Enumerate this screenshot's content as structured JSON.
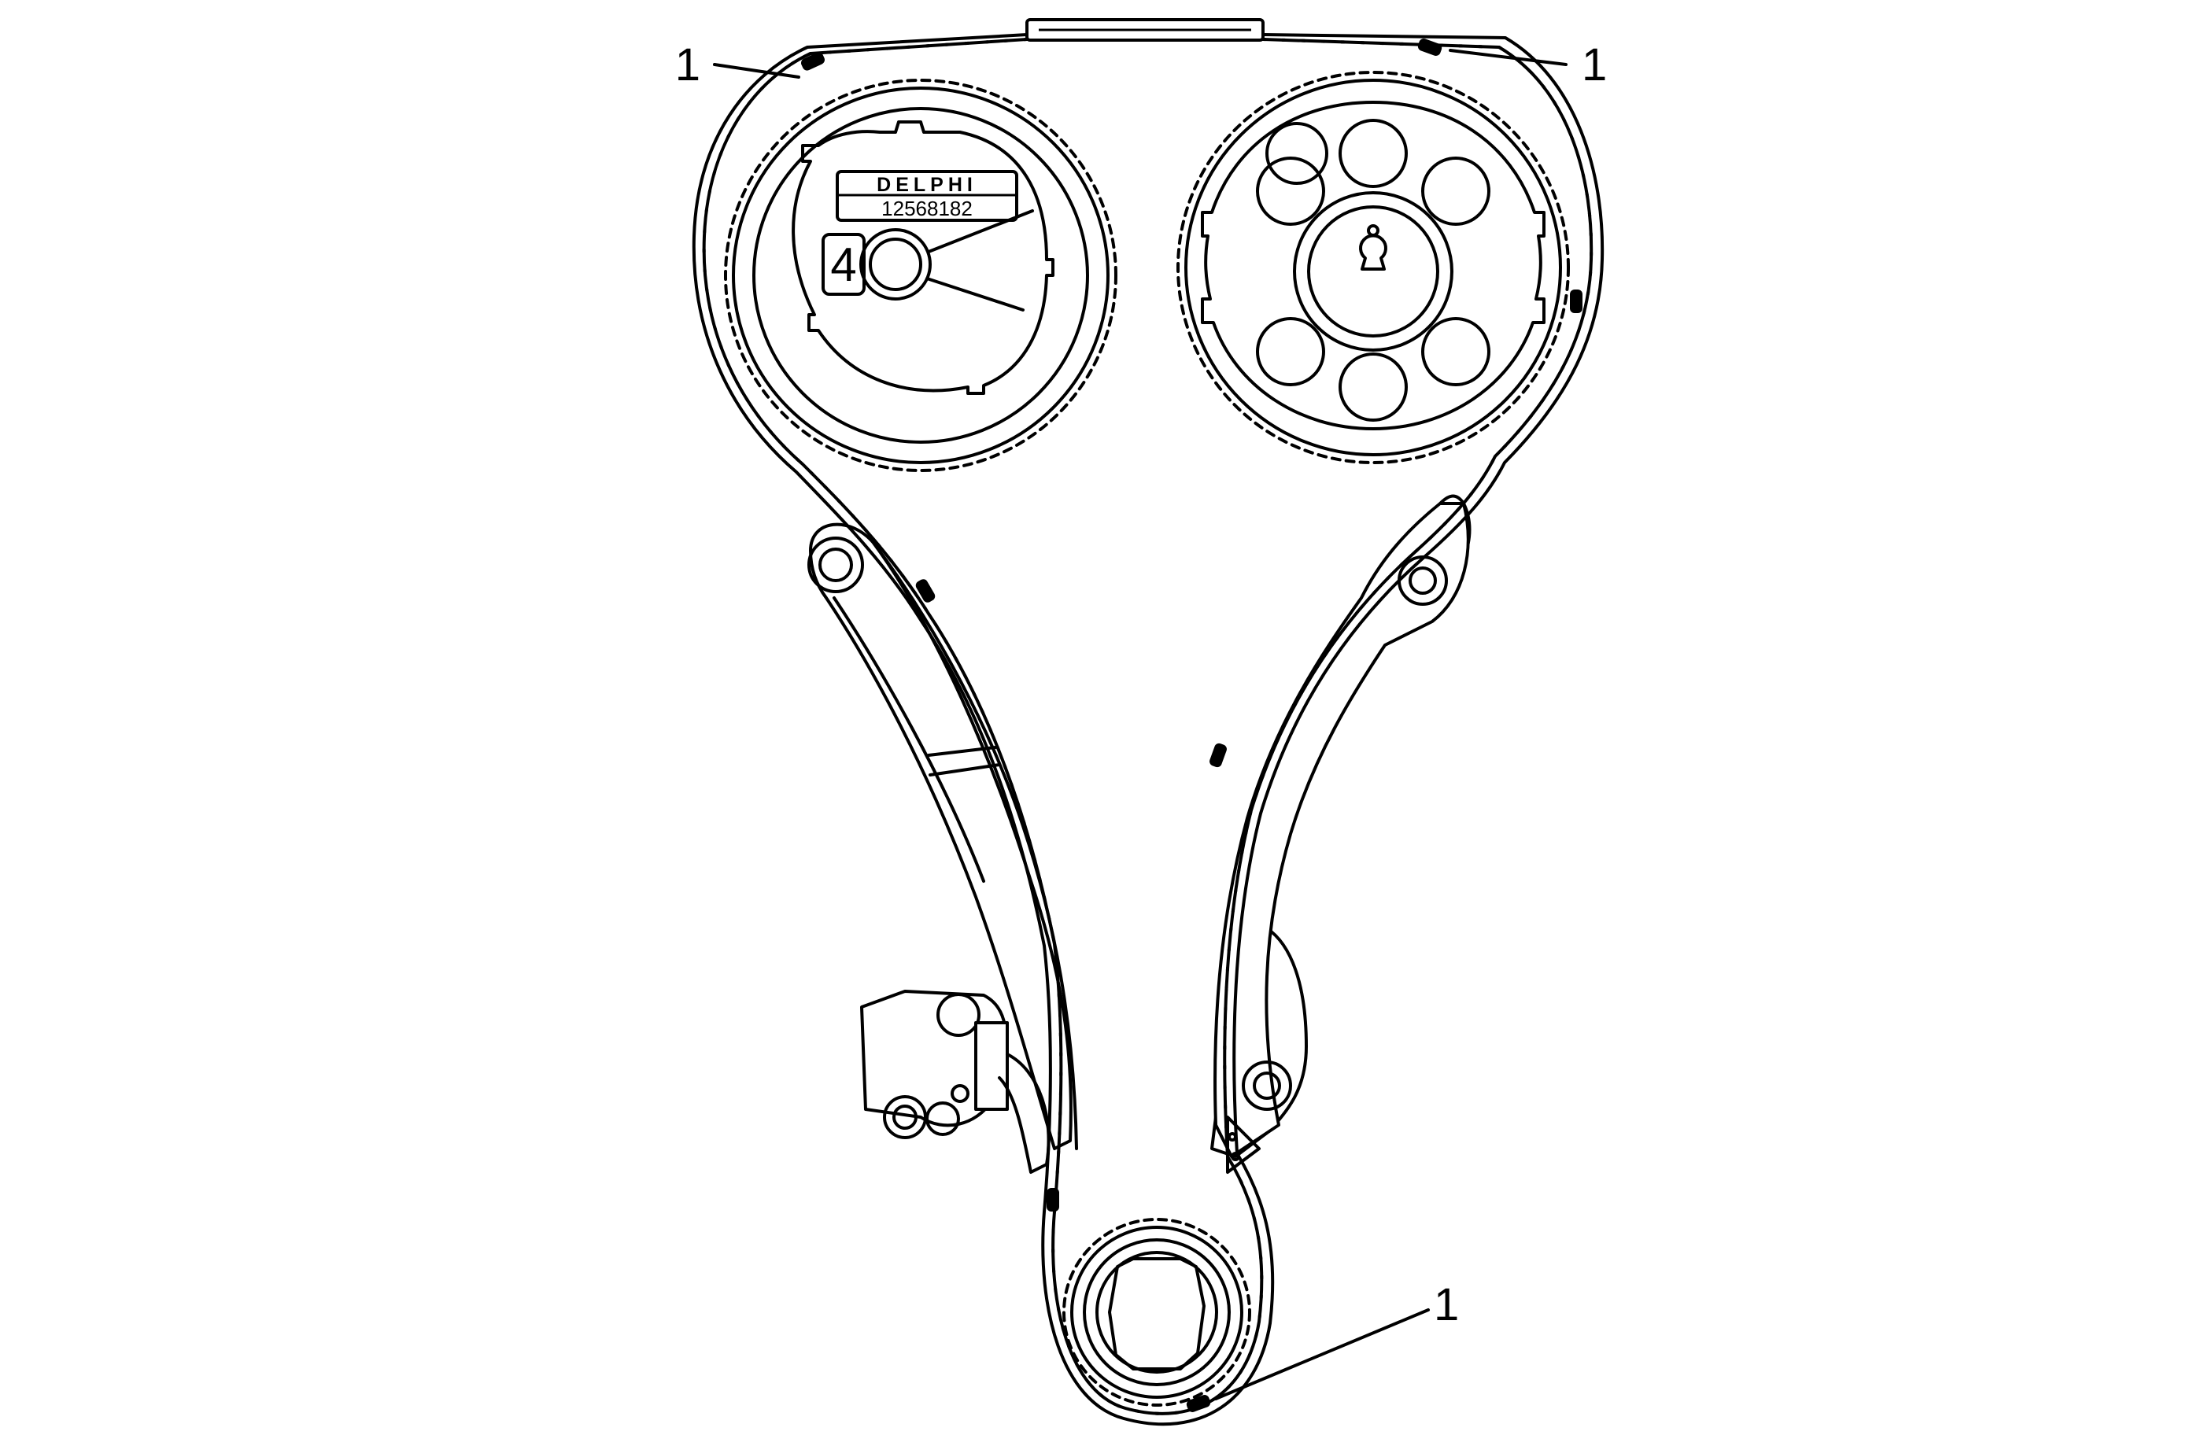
{
  "figure": {
    "callout_labels": [
      "1",
      "1",
      "1"
    ],
    "sprocket_logo_text": "DELPHI",
    "sprocket_part_number": "12568182",
    "sprocket_marking": "4"
  }
}
